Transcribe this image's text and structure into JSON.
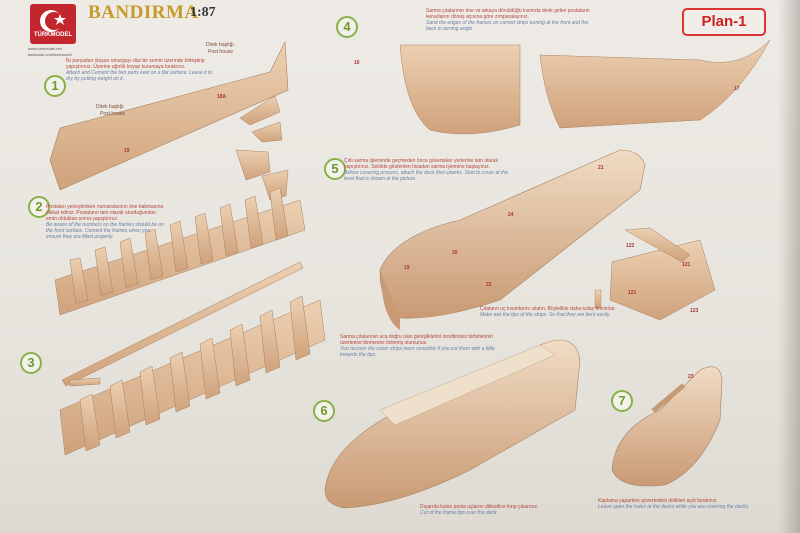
{
  "header": {
    "brand": "TÜRKMODEL",
    "brand_links": "www.turkmodel.net\nfacebook.com/turkmodel",
    "title": "BANDIRMA",
    "scale": "1:87",
    "plan_label": "Plan-1"
  },
  "steps": [
    {
      "number": "1",
      "text_tr": "İki parçadan oluşan omurgayı düz bir zemin üzerinde birleştirip yapıştırınız. Üzerine ağırlık koyup kurumaya bırakınız.",
      "text_en": "Attach and Cement the two parts keel on a flat surface. Leave it to dry by putting weight on it."
    },
    {
      "number": "2",
      "text_tr": "Postaları yerleştirirken numaralarının öne bakmasına dikkat ediniz. Postaların tam olarak oturduğundan emin olduktan sonra yapıştırınız.",
      "text_en": "Be aware of the numbers on the frames should be on the front surface. Cement the frames when you ensure they are fitted properly."
    },
    {
      "number": "3",
      "text_tr": "",
      "text_en": ""
    },
    {
      "number": "4",
      "text_tr": "Sarma çıtalarının öne ve arkaya dönüldüğü kısımda denk gelen postaların kenarlarını dönüş açısına göre zımparalayınız.",
      "text_en": "Sand the edges of the frames on curved strips turning at the front and the back in turning angle."
    },
    {
      "number": "5",
      "text_tr": "Çıtlı sarma işleminde geçmeden önce güvertaları yerlerine tam olarak yapıştırınız. Sekilde gösterilen hizadan sarma işlemine başlayınız.",
      "text_en": "Before covering process, attach the deck then planks. Start to cover at the level that is shown at the picture."
    },
    {
      "number": "6",
      "text_tr": "Sarma çıtalarının uca doğru olan genişliklerini inceltirsiniz birbirlerinin üzerlerine binmesini önlemiş olursunuz.",
      "text_en": "You recover the cover strips more smoothly if you cut them with a little towards the tips."
    },
    {
      "number": "7",
      "text_tr": "",
      "text_en": ""
    }
  ],
  "step5_note2": {
    "text_tr": "Çıtaların uç kısımlarını ıslatın. Böylelikle daha kolay kıvrılırlar.",
    "text_en": "Make wet the tips of the strips. So that they are bent easily."
  },
  "step6_note2": {
    "text_tr": "Dışarıda kalan posta uçlarını dikkatlice kırıp çıkarınız.",
    "text_en": "Cut of the frame tips over the deck."
  },
  "step7_note": {
    "text_tr": "Kaplama yaparken güvertedeki delikleri açık bırakınız.",
    "text_en": "Leave open the holes at the decks while you are covering the decks."
  },
  "labels": {
    "direk_bashligi_1": "Direk başlığı",
    "post_house_1": "Post house",
    "direk_bashligi_2": "Direk başlığı",
    "post_house_2": "Post house"
  },
  "part_numbers": {
    "p18a": "18A",
    "p19": "19",
    "p16": "16",
    "p17": "17",
    "p21": "21",
    "p24": "24",
    "p20": "20",
    "p19b": "19",
    "p22": "22",
    "p122": "122",
    "p121a": "121",
    "p121b": "121",
    "p123": "123",
    "p23": "23"
  },
  "colors": {
    "accent_red": "#c2272d",
    "step_green": "#7aa83a",
    "title_gold": "#c79a2a",
    "wood": "#deb48e"
  }
}
